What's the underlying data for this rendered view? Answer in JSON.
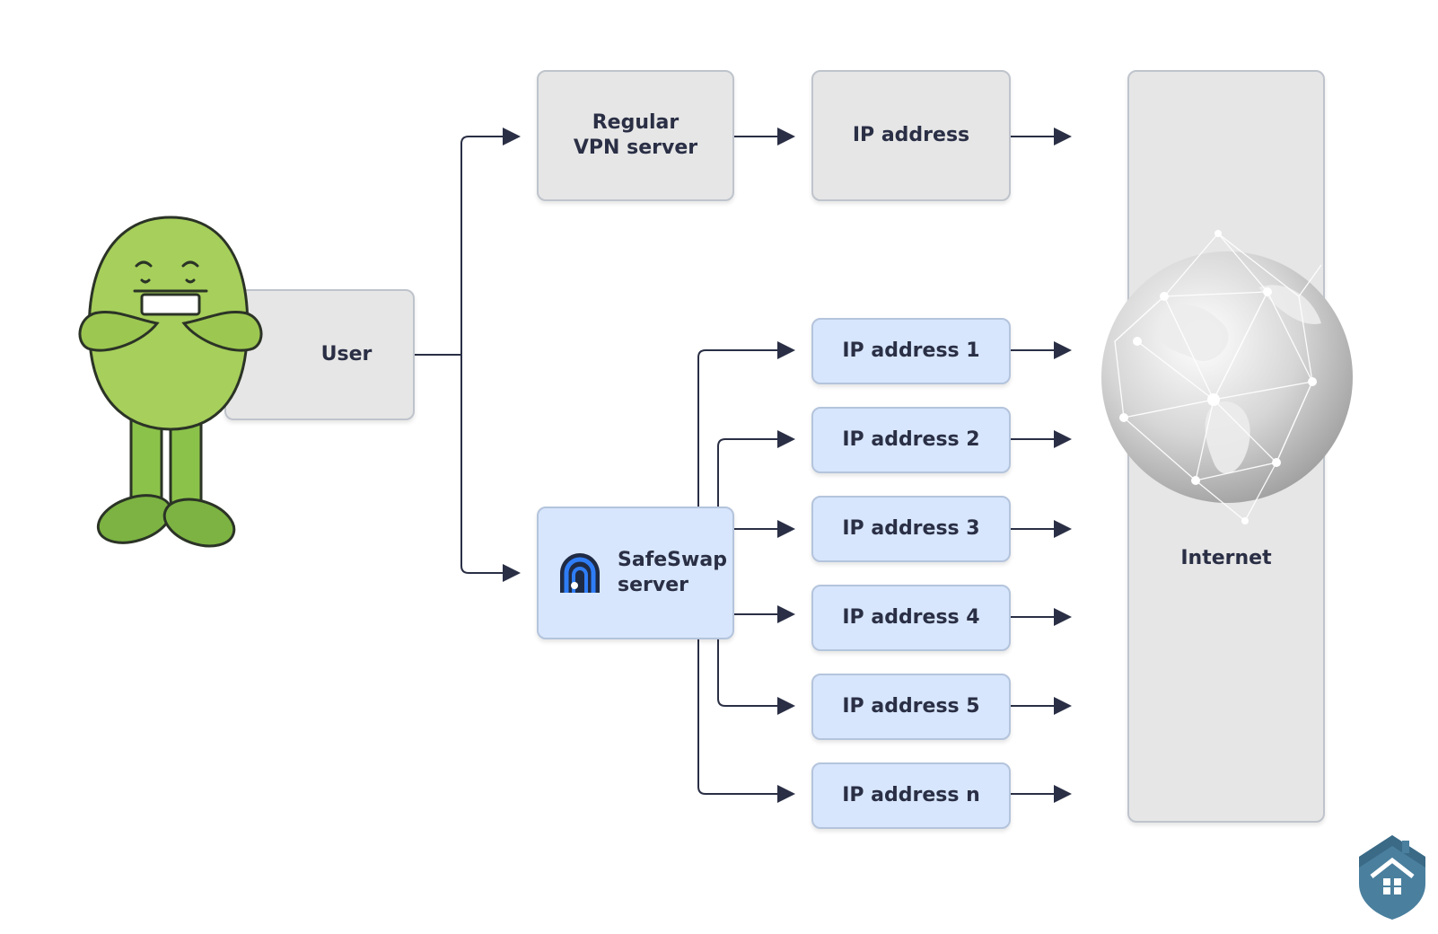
{
  "nodes": {
    "user": "User",
    "regular_vpn": [
      "Regular",
      "VPN server"
    ],
    "ip_address": "IP address",
    "safeswap": [
      "SafeSwap",
      "server"
    ],
    "ip_list": [
      "IP address 1",
      "IP address 2",
      "IP address 3",
      "IP address 4",
      "IP address 5",
      "IP address n"
    ],
    "internet": "Internet"
  },
  "icons": {
    "mascot": "green-mascot-icon",
    "safeswap_logo": "safeswap-logo-icon",
    "globe": "globe-network-icon",
    "brand_logo": "house-shield-logo-icon"
  },
  "colors": {
    "gray_box": "#e6e6e6",
    "blue_box": "#d7e6fc",
    "arrow": "#2a2f45",
    "mascot_green": "#8bc34a",
    "logo_blue": "#4a7f9e"
  }
}
